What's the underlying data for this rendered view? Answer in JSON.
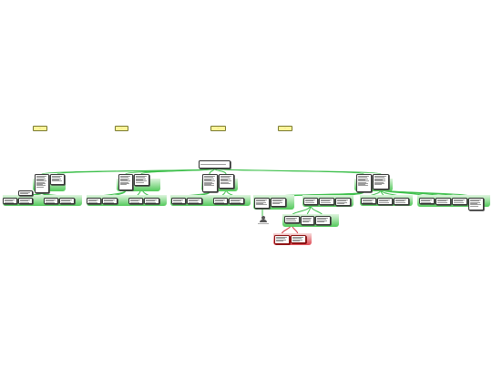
{
  "labels": [
    {
      "id": "L1",
      "text": "····"
    },
    {
      "id": "L2",
      "text": "···"
    },
    {
      "id": "L3",
      "text": "····"
    },
    {
      "id": "L4",
      "text": "···"
    }
  ],
  "nodes": [
    {
      "id": "root",
      "text": ""
    },
    {
      "id": "a1",
      "text": ""
    },
    {
      "id": "a2",
      "text": ""
    },
    {
      "id": "a_c1",
      "text": ""
    },
    {
      "id": "a_c2",
      "text": ""
    },
    {
      "id": "a_c3",
      "text": ""
    },
    {
      "id": "a_c4",
      "text": ""
    },
    {
      "id": "a_c5",
      "text": ""
    },
    {
      "id": "b1",
      "text": ""
    },
    {
      "id": "b2",
      "text": ""
    },
    {
      "id": "b_c1",
      "text": ""
    },
    {
      "id": "b_c2",
      "text": ""
    },
    {
      "id": "b_c3",
      "text": ""
    },
    {
      "id": "b_c4",
      "text": ""
    },
    {
      "id": "c1",
      "text": ""
    },
    {
      "id": "c2",
      "text": ""
    },
    {
      "id": "c_c1",
      "text": ""
    },
    {
      "id": "c_c2",
      "text": ""
    },
    {
      "id": "c_c3",
      "text": ""
    },
    {
      "id": "c_c4",
      "text": ""
    },
    {
      "id": "d1",
      "text": ""
    },
    {
      "id": "d2",
      "text": ""
    },
    {
      "id": "e1",
      "text": ""
    },
    {
      "id": "e2",
      "text": ""
    },
    {
      "id": "f1",
      "text": ""
    },
    {
      "id": "f2",
      "text": ""
    },
    {
      "id": "f3",
      "text": ""
    },
    {
      "id": "g1",
      "text": ""
    },
    {
      "id": "g2",
      "text": ""
    },
    {
      "id": "g3",
      "text": ""
    },
    {
      "id": "h1",
      "text": ""
    },
    {
      "id": "h2",
      "text": ""
    },
    {
      "id": "h3",
      "text": ""
    },
    {
      "id": "h4",
      "text": ""
    },
    {
      "id": "k1",
      "text": ""
    },
    {
      "id": "k2",
      "text": ""
    },
    {
      "id": "k3",
      "text": ""
    },
    {
      "id": "r1",
      "text": ""
    },
    {
      "id": "r2",
      "text": ""
    }
  ],
  "person": {
    "caption": ""
  },
  "colors": {
    "link": "#3cbf4a",
    "red_link": "#d0343f",
    "label_fill": "#fff59a"
  }
}
